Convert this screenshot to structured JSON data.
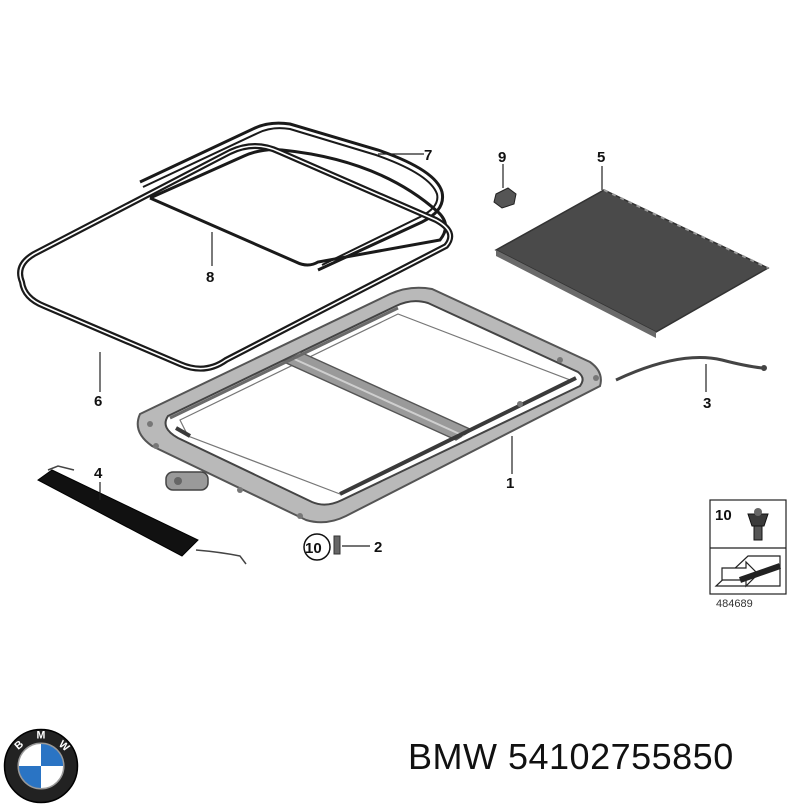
{
  "callouts": {
    "c1": "1",
    "c2": "2",
    "c3": "3",
    "c4": "4",
    "c5": "5",
    "c6": "6",
    "c7": "7",
    "c8": "8",
    "c9": "9",
    "c10": "10",
    "c10b": "10"
  },
  "inset": {
    "part_number": "10",
    "drawing_id": "484689"
  },
  "brand": {
    "text": "BMW 54102755850",
    "logo_letters": "BMW"
  },
  "colors": {
    "line": "#1a1a1a",
    "panel": "#4a4a4a",
    "frame": "#8a8a8a",
    "logo_blue": "#2a74c4"
  }
}
